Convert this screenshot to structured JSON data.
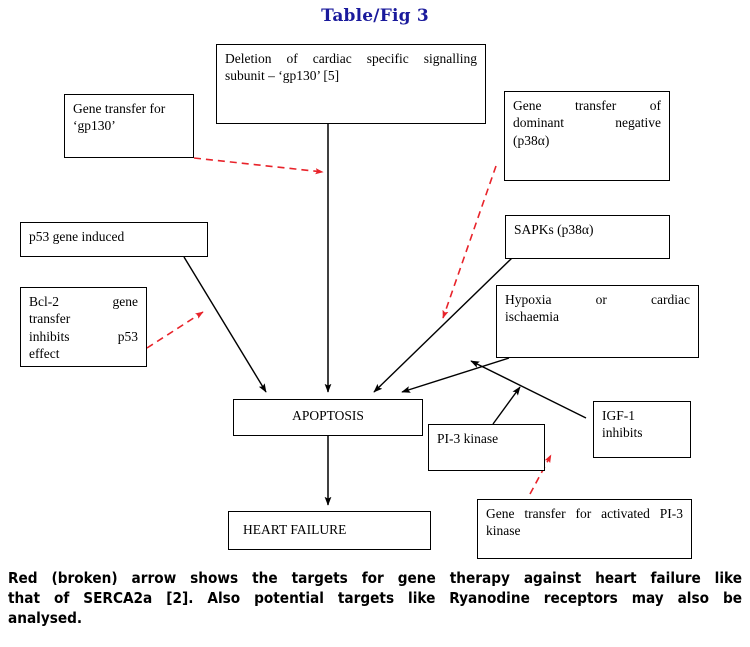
{
  "figure": {
    "title": "Table/Fig 3",
    "title_color": "#1a1a9c",
    "solid_arrow_color": "#000000",
    "dashed_arrow_color": "#e8232a"
  },
  "boxes": {
    "deletion_gp130": {
      "line1": "Deletion of cardiac specific signalling",
      "line2": "subunit – ‘gp130’ [5]"
    },
    "gene_transfer_gp130": {
      "line1": "Gene transfer for",
      "line2": "‘gp130’"
    },
    "gene_transfer_dn_p38": {
      "line1": "Gene transfer of",
      "line2": "dominant negative",
      "line3": "(p38α)"
    },
    "p53_gene_induced": {
      "line1": "p53 gene induced"
    },
    "bcl2_transfer": {
      "line1": "Bcl-2 gene",
      "line2": "transfer",
      "line3": "inhibits p53",
      "line4": "effect"
    },
    "sapks": {
      "line1": "SAPKs (p38α)"
    },
    "hypoxia": {
      "line1": "Hypoxia or cardiac",
      "line2": "ischaemia"
    },
    "apoptosis": {
      "line1": "APOPTOSIS"
    },
    "heart_failure": {
      "line1": "HEART FAILURE"
    },
    "pi3_kinase": {
      "line1": "PI-3 kinase"
    },
    "igf1": {
      "line1": "IGF-1",
      "line2": "inhibits"
    },
    "gene_transfer_pi3": {
      "line1": "Gene transfer for activated PI-3",
      "line2": "kinase"
    }
  },
  "caption": {
    "line1": "Red (broken) arrow shows the targets for gene therapy against heart failure like",
    "line2": "that of SERCA2a [2]. Also potential targets like Ryanodine receptors may also be",
    "line3": "analysed."
  }
}
